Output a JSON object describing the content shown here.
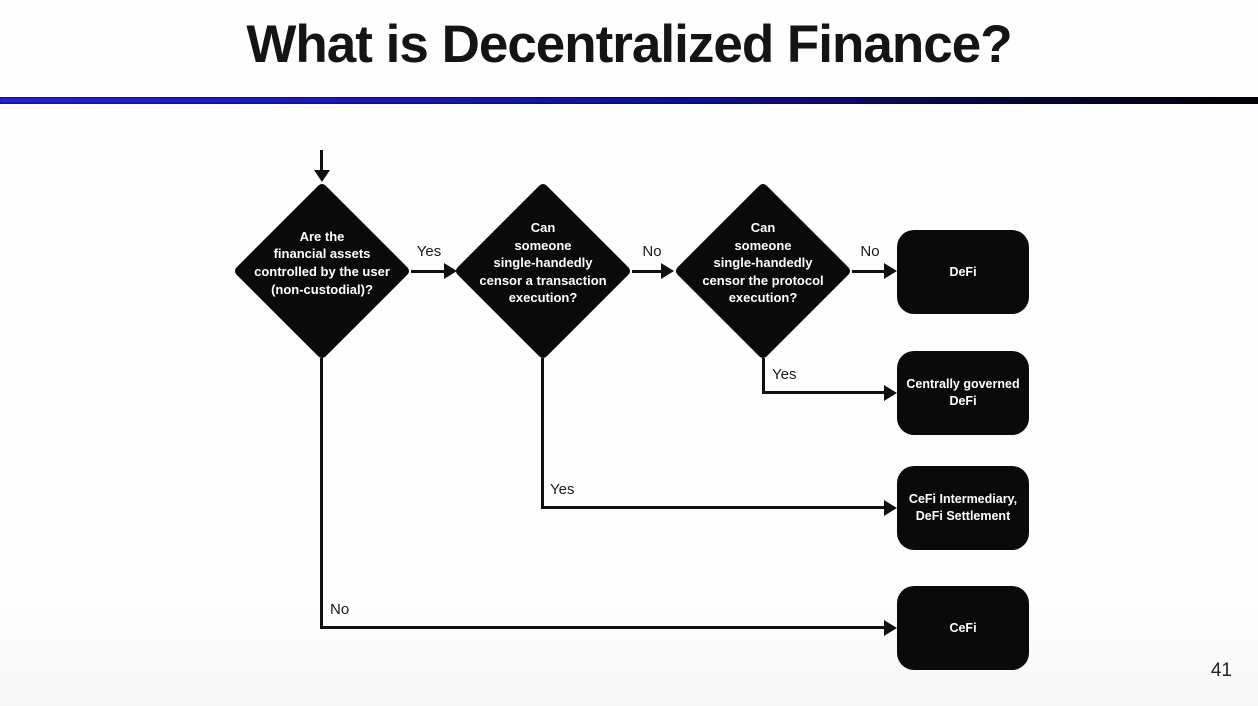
{
  "slide": {
    "title": "What is Decentralized Finance?",
    "page_number": "41"
  },
  "flowchart": {
    "decisions": [
      {
        "name": "custody",
        "label": "Are the\nfinancial assets\ncontrolled by the user\n(non-custodial)?"
      },
      {
        "name": "censor-transaction",
        "label": "Can\nsomeone\nsingle-handedly\ncensor a transaction\nexecution?"
      },
      {
        "name": "censor-protocol",
        "label": "Can\nsomeone\nsingle-handedly\ncensor the protocol\nexecution?"
      }
    ],
    "outcomes": [
      {
        "name": "defi",
        "label": "DeFi"
      },
      {
        "name": "centrally-governed-defi",
        "label": "Centrally governed\nDeFi"
      },
      {
        "name": "cefi-intermediary-defi-settlement",
        "label": "CeFi Intermediary,\nDeFi Settlement"
      },
      {
        "name": "cefi",
        "label": "CeFi"
      }
    ],
    "edges": [
      {
        "from": "custody",
        "to": "censor-transaction",
        "label": "Yes"
      },
      {
        "from": "censor-transaction",
        "to": "censor-protocol",
        "label": "No"
      },
      {
        "from": "censor-protocol",
        "to": "defi",
        "label": "No"
      },
      {
        "from": "censor-protocol",
        "to": "centrally-governed-defi",
        "label": "Yes"
      },
      {
        "from": "censor-transaction",
        "to": "cefi-intermediary-defi-settlement",
        "label": "Yes"
      },
      {
        "from": "custody",
        "to": "cefi",
        "label": "No"
      }
    ]
  },
  "colors": {
    "divider_left": "#2424da",
    "divider_right": "#000000",
    "node_fill": "#0a0a0a",
    "node_text": "#ffffff",
    "connector": "#101010"
  }
}
